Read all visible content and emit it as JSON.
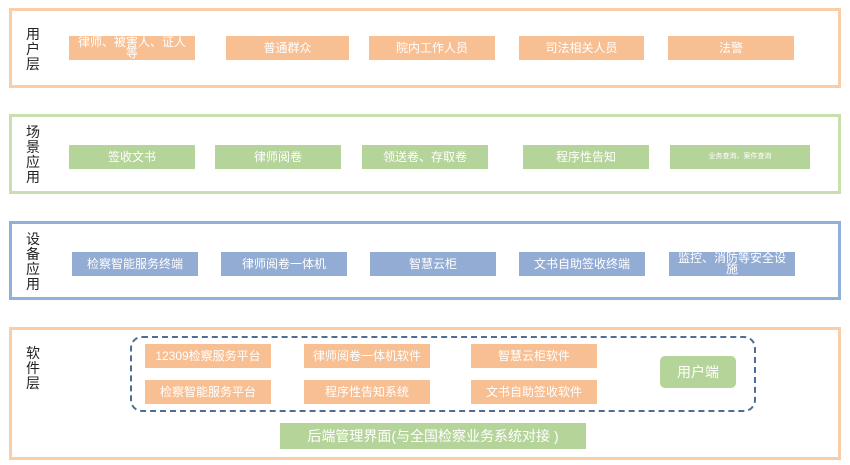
{
  "colors": {
    "user_layer_border": "#f8cda8",
    "scene_layer_border": "#c9dfae",
    "device_layer_border": "#8fb0d8",
    "software_layer_border": "#f8cda8",
    "orange_box": "#f8bf93",
    "green_box": "#b5d49a",
    "blue_box": "#93acd4",
    "dashed_group_border": "#4d6c96"
  },
  "user_layer": {
    "label": "用户层",
    "items": [
      "律师、被害人、证人等",
      "普通群众",
      "院内工作人员",
      "司法相关人员",
      "法警"
    ]
  },
  "scene_layer": {
    "label": "场景应用",
    "items": [
      "签收文书",
      "律师阅卷",
      "领送卷、存取卷",
      "程序性告知",
      "业务查询、案件查询"
    ]
  },
  "device_layer": {
    "label": "设备应用",
    "items": [
      "检察智能服务终端",
      "律师阅卷一体机",
      "智慧云柜",
      "文书自助签收终端",
      "监控、消防等安全设施"
    ]
  },
  "software_layer": {
    "label": "软件层",
    "row1": [
      "12309检察服务平台",
      "律师阅卷一体机软件",
      "智慧云柜软件"
    ],
    "row2": [
      "检察智能服务平台",
      "程序性告知系统",
      "文书自助签收软件"
    ],
    "client": "用户端",
    "backend": "后端管理界面(与全国检察业务系统对接 )"
  }
}
